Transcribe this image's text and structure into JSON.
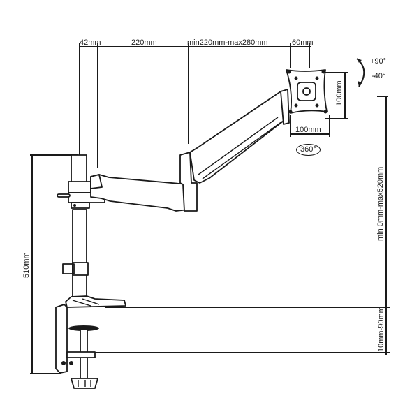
{
  "diagram": {
    "subject": "Gas spring single monitor arm with desk clamp",
    "colors": {
      "line": "#1a1a1a",
      "background": "#ffffff",
      "text": "#222222"
    },
    "dimensions_top": [
      {
        "id": "pole_offset",
        "label": "42mm"
      },
      {
        "id": "first_arm",
        "label": "220mm"
      },
      {
        "id": "second_arm",
        "label": "min220mm-max280mm"
      },
      {
        "id": "vesa_offset",
        "label": "60mm"
      }
    ],
    "vesa": {
      "width_label": "100mm",
      "height_label": "100mm",
      "rotation_label": "360°"
    },
    "tilt": {
      "up_label": "+90°",
      "down_label": "-40°"
    },
    "height_range": {
      "label": "min 0mm-max520mm"
    },
    "pole_height": {
      "label": "510mm"
    },
    "desk_thickness": {
      "label": "10mm-90mm"
    }
  }
}
